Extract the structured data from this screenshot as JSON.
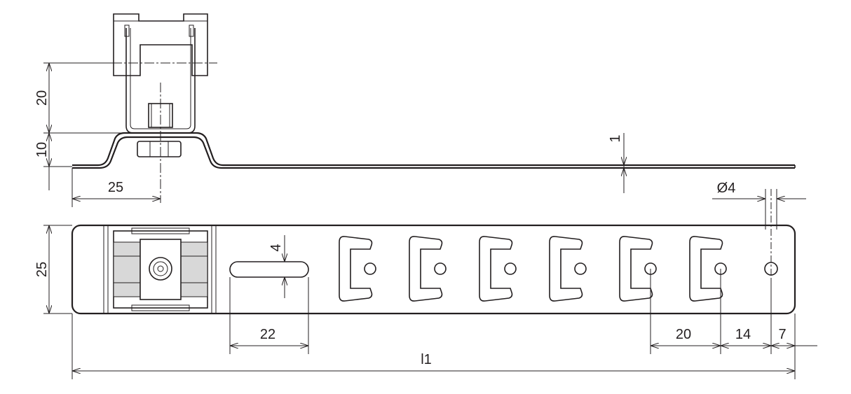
{
  "colors": {
    "line": "#231f20",
    "background": "#ffffff",
    "fill_gray": "#d8d8d8"
  },
  "dimensions": {
    "height_20": "20",
    "height_10": "10",
    "width_25_side": "25",
    "thickness_1": "1",
    "hole_dia": "Ø4",
    "width_25_top": "25",
    "slot_4": "4",
    "slot_22": "22",
    "pitch_20": "20",
    "spacing_14": "14",
    "end_7": "7",
    "length_l1": "l1"
  }
}
